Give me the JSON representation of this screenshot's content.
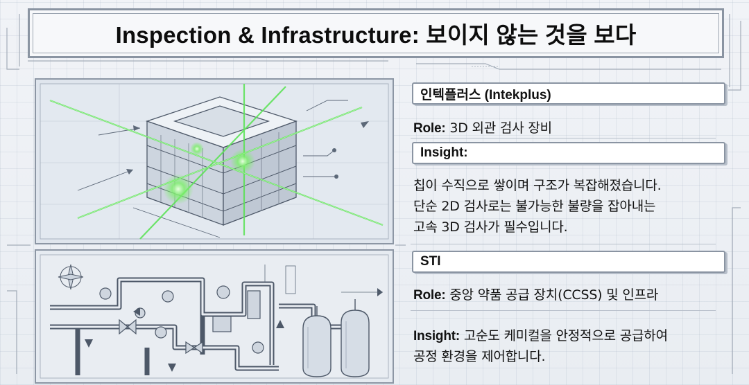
{
  "title": "Inspection & Infrastructure: 보이지 않는 것을 보다",
  "sections": [
    {
      "name": "인텍플러스 (Intekplus)",
      "role_label": "Role:",
      "role_value": "3D 외관 검사 장비",
      "insight_label": "Insight:",
      "insight_lines": [
        "칩이 수직으로 쌓이며 구조가 복잡해졌습니다.",
        "단순 2D 검사로는 불가능한 불량을 잡아내는",
        "고속 3D 검사가 필수입니다."
      ]
    },
    {
      "name": "STI",
      "role_label": "Role:",
      "role_value": "중앙 약품 공급 장치(CCSS) 및 인프라",
      "insight_label": "Insight:",
      "insight_lines": [
        "고순도 케미컬을 안정적으로 공급하여",
        "공정 환경을 제어합니다."
      ]
    }
  ],
  "colors": {
    "laser": "#5fe35a",
    "line": "#5c6878",
    "panel": "#dfe5ed"
  }
}
